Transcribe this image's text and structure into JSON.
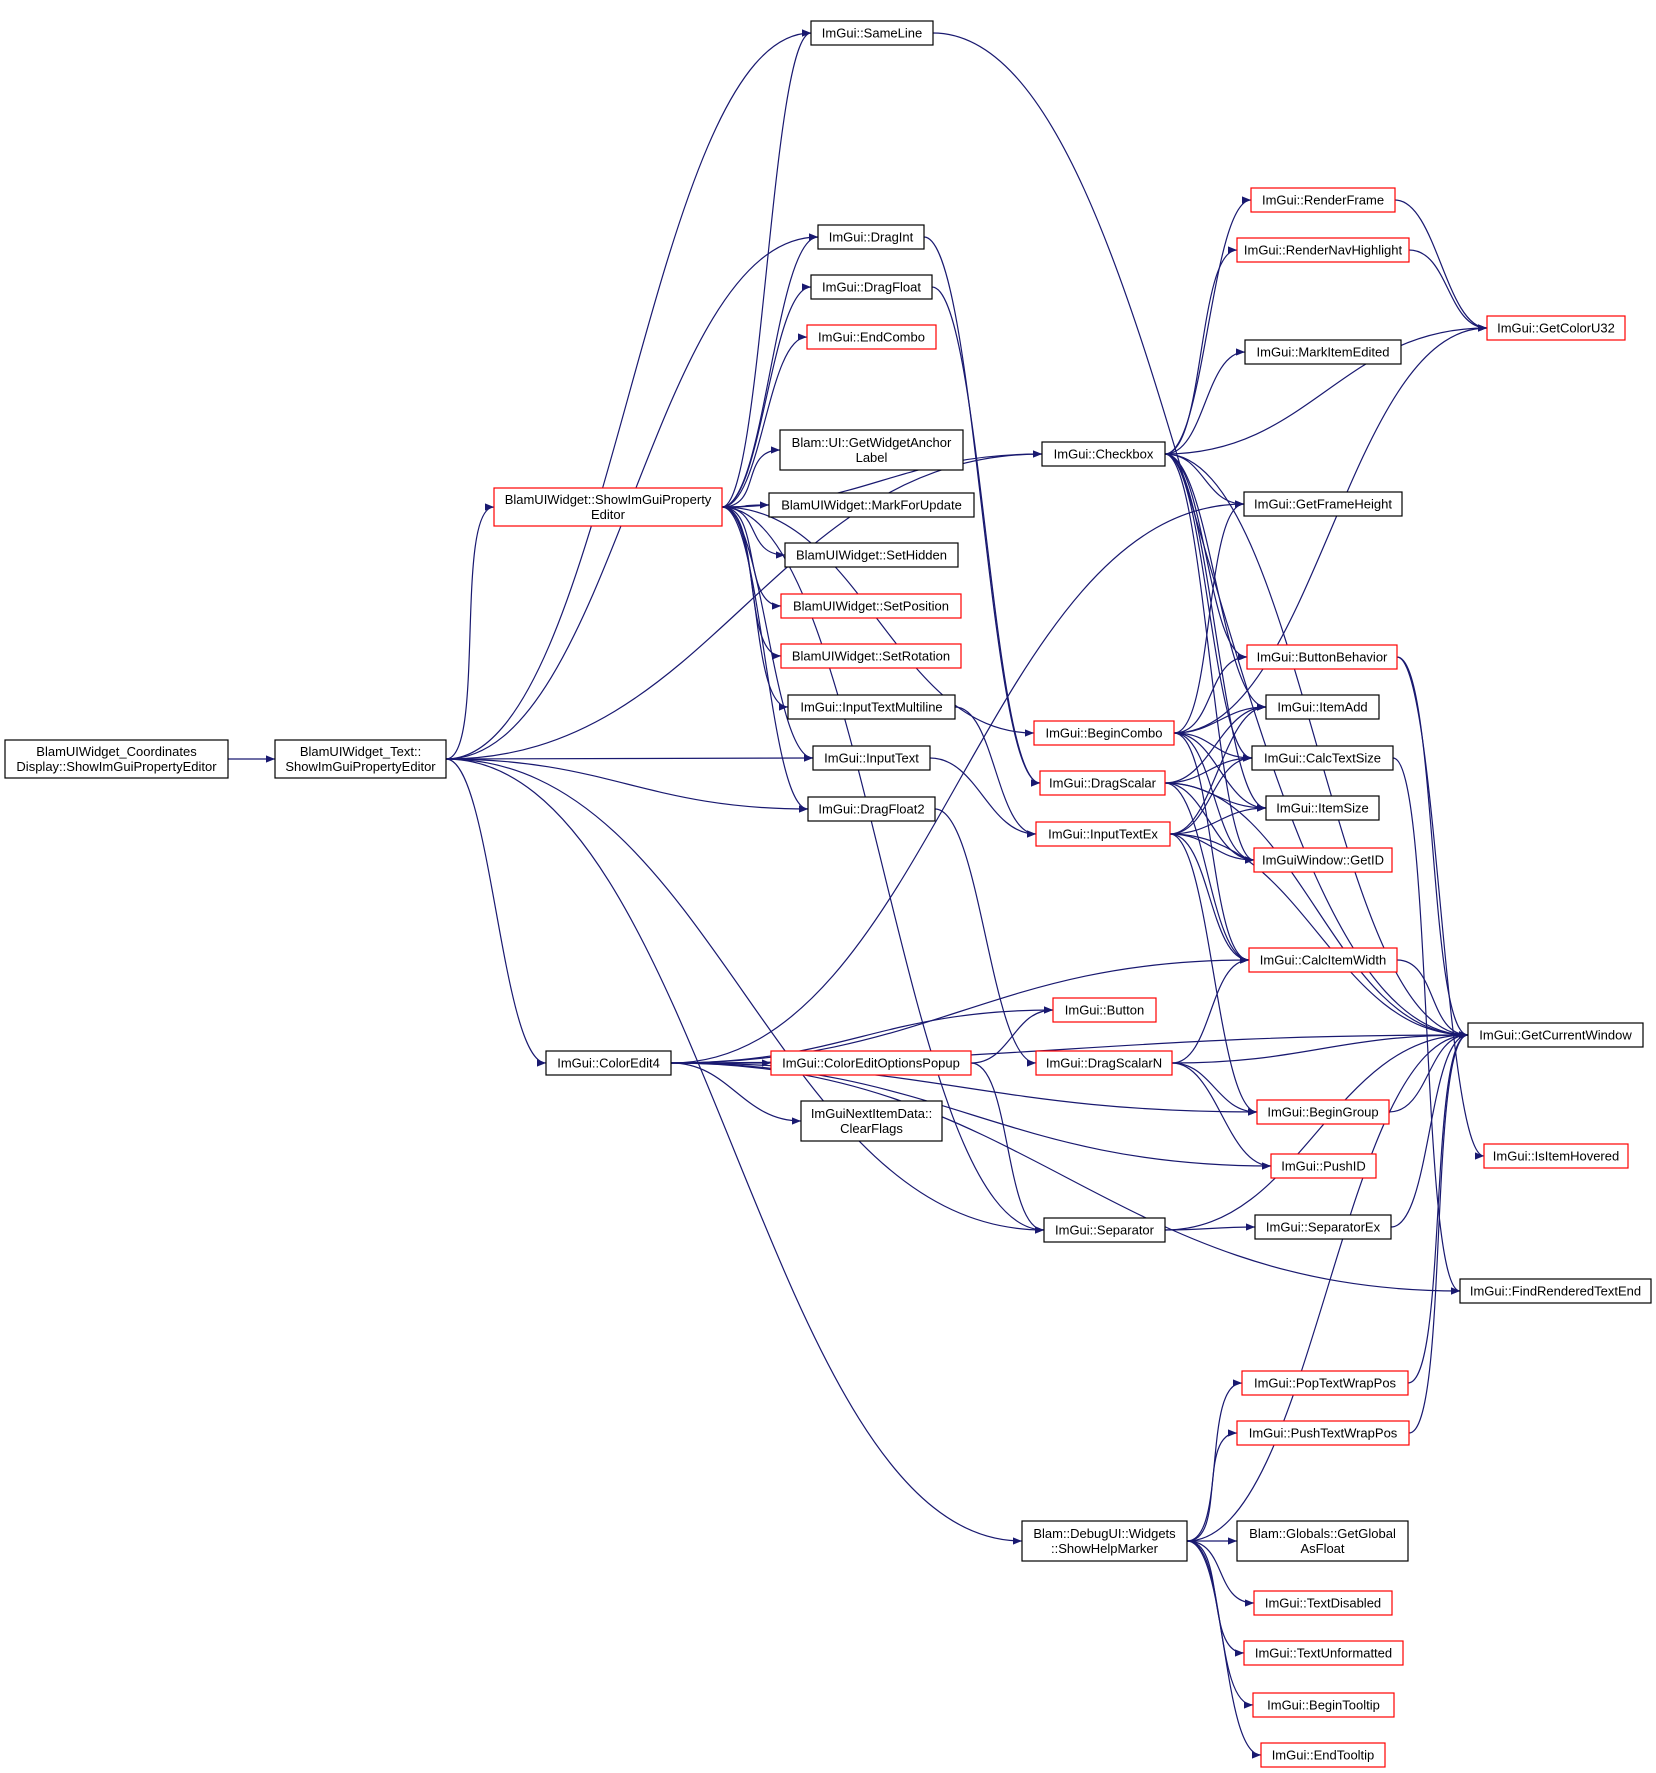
{
  "colors": {
    "edge": "#191970",
    "border_default": "#000000",
    "border_truncated": "#ff0000",
    "root_fill": "#bfbfbf",
    "background": "#ffffff"
  },
  "nodes": [
    {
      "id": "root",
      "lines": [
        "BlamUIWidget_Coordinates",
        "Display::ShowImGuiPropertyEditor"
      ],
      "border": "black",
      "fill": "gray"
    },
    {
      "id": "text_show",
      "lines": [
        "BlamUIWidget_Text::",
        "ShowImGuiPropertyEditor"
      ],
      "border": "black"
    },
    {
      "id": "widget_show",
      "lines": [
        "BlamUIWidget::ShowImGuiProperty",
        "Editor"
      ],
      "border": "red"
    },
    {
      "id": "sameline",
      "lines": [
        "ImGui::SameLine"
      ],
      "border": "black"
    },
    {
      "id": "dragint",
      "lines": [
        "ImGui::DragInt"
      ],
      "border": "black"
    },
    {
      "id": "dragfloat",
      "lines": [
        "ImGui::DragFloat"
      ],
      "border": "black"
    },
    {
      "id": "endcombo",
      "lines": [
        "ImGui::EndCombo"
      ],
      "border": "red"
    },
    {
      "id": "getwidgetanchor",
      "lines": [
        "Blam::UI::GetWidgetAnchor",
        "Label"
      ],
      "border": "black"
    },
    {
      "id": "markforupdate",
      "lines": [
        "BlamUIWidget::MarkForUpdate"
      ],
      "border": "black"
    },
    {
      "id": "sethidden",
      "lines": [
        "BlamUIWidget::SetHidden"
      ],
      "border": "black"
    },
    {
      "id": "setposition",
      "lines": [
        "BlamUIWidget::SetPosition"
      ],
      "border": "red"
    },
    {
      "id": "setrotation",
      "lines": [
        "BlamUIWidget::SetRotation"
      ],
      "border": "red"
    },
    {
      "id": "inputtextmultiline",
      "lines": [
        "ImGui::InputTextMultiline"
      ],
      "border": "black"
    },
    {
      "id": "inputtext",
      "lines": [
        "ImGui::InputText"
      ],
      "border": "black"
    },
    {
      "id": "dragfloat2",
      "lines": [
        "ImGui::DragFloat2"
      ],
      "border": "black"
    },
    {
      "id": "coloredit4",
      "lines": [
        "ImGui::ColorEdit4"
      ],
      "border": "black"
    },
    {
      "id": "coloreditoptions",
      "lines": [
        "ImGui::ColorEditOptionsPopup"
      ],
      "border": "red"
    },
    {
      "id": "clearflags",
      "lines": [
        "ImGuiNextItemData::",
        "ClearFlags"
      ],
      "border": "black"
    },
    {
      "id": "checkbox",
      "lines": [
        "ImGui::Checkbox"
      ],
      "border": "black"
    },
    {
      "id": "begincombo",
      "lines": [
        "ImGui::BeginCombo"
      ],
      "border": "red"
    },
    {
      "id": "dragscalar",
      "lines": [
        "ImGui::DragScalar"
      ],
      "border": "red"
    },
    {
      "id": "inputtextex",
      "lines": [
        "ImGui::InputTextEx"
      ],
      "border": "red"
    },
    {
      "id": "button",
      "lines": [
        "ImGui::Button"
      ],
      "border": "red"
    },
    {
      "id": "dragscalarn",
      "lines": [
        "ImGui::DragScalarN"
      ],
      "border": "red"
    },
    {
      "id": "separator",
      "lines": [
        "ImGui::Separator"
      ],
      "border": "black"
    },
    {
      "id": "showhelpmarker",
      "lines": [
        "Blam::DebugUI::Widgets",
        "::ShowHelpMarker"
      ],
      "border": "black"
    },
    {
      "id": "renderframe",
      "lines": [
        "ImGui::RenderFrame"
      ],
      "border": "red"
    },
    {
      "id": "rendernavhighlight",
      "lines": [
        "ImGui::RenderNavHighlight"
      ],
      "border": "red"
    },
    {
      "id": "markitemedited",
      "lines": [
        "ImGui::MarkItemEdited"
      ],
      "border": "black"
    },
    {
      "id": "getframeheight",
      "lines": [
        "ImGui::GetFrameHeight"
      ],
      "border": "black"
    },
    {
      "id": "buttonbehavior",
      "lines": [
        "ImGui::ButtonBehavior"
      ],
      "border": "red"
    },
    {
      "id": "itemadd",
      "lines": [
        "ImGui::ItemAdd"
      ],
      "border": "black"
    },
    {
      "id": "calctextsize",
      "lines": [
        "ImGui::CalcTextSize"
      ],
      "border": "black"
    },
    {
      "id": "itemsize",
      "lines": [
        "ImGui::ItemSize"
      ],
      "border": "black"
    },
    {
      "id": "windowgetid",
      "lines": [
        "ImGuiWindow::GetID"
      ],
      "border": "red"
    },
    {
      "id": "calcitemwidth",
      "lines": [
        "ImGui::CalcItemWidth"
      ],
      "border": "red"
    },
    {
      "id": "begingroup",
      "lines": [
        "ImGui::BeginGroup"
      ],
      "border": "red"
    },
    {
      "id": "pushid",
      "lines": [
        "ImGui::PushID"
      ],
      "border": "red"
    },
    {
      "id": "separatorex",
      "lines": [
        "ImGui::SeparatorEx"
      ],
      "border": "black"
    },
    {
      "id": "poptextwrappos",
      "lines": [
        "ImGui::PopTextWrapPos"
      ],
      "border": "red"
    },
    {
      "id": "pushtextwrappos",
      "lines": [
        "ImGui::PushTextWrapPos"
      ],
      "border": "red"
    },
    {
      "id": "getglobalasfloat",
      "lines": [
        "Blam::Globals::GetGlobal",
        "AsFloat"
      ],
      "border": "black"
    },
    {
      "id": "textdisabled",
      "lines": [
        "ImGui::TextDisabled"
      ],
      "border": "red"
    },
    {
      "id": "textunformatted",
      "lines": [
        "ImGui::TextUnformatted"
      ],
      "border": "red"
    },
    {
      "id": "begintooltip",
      "lines": [
        "ImGui::BeginTooltip"
      ],
      "border": "red"
    },
    {
      "id": "endtooltip",
      "lines": [
        "ImGui::EndTooltip"
      ],
      "border": "red"
    },
    {
      "id": "getcoloru32",
      "lines": [
        "ImGui::GetColorU32"
      ],
      "border": "red"
    },
    {
      "id": "getcurrentwindow",
      "lines": [
        "ImGui::GetCurrentWindow"
      ],
      "border": "black"
    },
    {
      "id": "isitemhovered",
      "lines": [
        "ImGui::IsItemHovered"
      ],
      "border": "red"
    },
    {
      "id": "findrenderedtextend",
      "lines": [
        "ImGui::FindRenderedTextEnd"
      ],
      "border": "black"
    }
  ],
  "edges": [
    [
      "root",
      "text_show"
    ],
    [
      "text_show",
      "sameline"
    ],
    [
      "text_show",
      "widget_show"
    ],
    [
      "text_show",
      "dragint"
    ],
    [
      "text_show",
      "checkbox"
    ],
    [
      "text_show",
      "inputtext"
    ],
    [
      "text_show",
      "dragfloat2"
    ],
    [
      "text_show",
      "coloredit4"
    ],
    [
      "text_show",
      "separator"
    ],
    [
      "text_show",
      "showhelpmarker"
    ],
    [
      "widget_show",
      "sameline"
    ],
    [
      "widget_show",
      "dragint"
    ],
    [
      "widget_show",
      "dragfloat"
    ],
    [
      "widget_show",
      "endcombo"
    ],
    [
      "widget_show",
      "getwidgetanchor"
    ],
    [
      "widget_show",
      "markforupdate"
    ],
    [
      "widget_show",
      "sethidden"
    ],
    [
      "widget_show",
      "setposition"
    ],
    [
      "widget_show",
      "setrotation"
    ],
    [
      "widget_show",
      "inputtextmultiline"
    ],
    [
      "widget_show",
      "inputtext"
    ],
    [
      "widget_show",
      "dragfloat2"
    ],
    [
      "widget_show",
      "checkbox"
    ],
    [
      "widget_show",
      "begincombo"
    ],
    [
      "widget_show",
      "separator"
    ],
    [
      "dragint",
      "dragscalar"
    ],
    [
      "dragfloat",
      "dragscalar"
    ],
    [
      "inputtextmultiline",
      "inputtextex"
    ],
    [
      "inputtext",
      "inputtextex"
    ],
    [
      "dragfloat2",
      "dragscalarn"
    ],
    [
      "sameline",
      "getcurrentwindow"
    ],
    [
      "coloredit4",
      "coloreditoptions"
    ],
    [
      "coloredit4",
      "clearflags"
    ],
    [
      "coloredit4",
      "button"
    ],
    [
      "coloredit4",
      "getframeheight"
    ],
    [
      "coloredit4",
      "calcitemwidth"
    ],
    [
      "coloredit4",
      "begingroup"
    ],
    [
      "coloredit4",
      "pushid"
    ],
    [
      "coloredit4",
      "getcurrentwindow"
    ],
    [
      "coloredit4",
      "findrenderedtextend"
    ],
    [
      "coloreditoptions",
      "button"
    ],
    [
      "coloreditoptions",
      "separator"
    ],
    [
      "checkbox",
      "renderframe"
    ],
    [
      "checkbox",
      "rendernavhighlight"
    ],
    [
      "checkbox",
      "markitemedited"
    ],
    [
      "checkbox",
      "getcoloru32"
    ],
    [
      "checkbox",
      "getframeheight"
    ],
    [
      "checkbox",
      "buttonbehavior"
    ],
    [
      "checkbox",
      "itemadd"
    ],
    [
      "checkbox",
      "calctextsize"
    ],
    [
      "checkbox",
      "itemsize"
    ],
    [
      "checkbox",
      "windowgetid"
    ],
    [
      "checkbox",
      "getcurrentwindow"
    ],
    [
      "begincombo",
      "buttonbehavior"
    ],
    [
      "begincombo",
      "itemadd"
    ],
    [
      "begincombo",
      "calctextsize"
    ],
    [
      "begincombo",
      "itemsize"
    ],
    [
      "begincombo",
      "windowgetid"
    ],
    [
      "begincombo",
      "calcitemwidth"
    ],
    [
      "begincombo",
      "getframeheight"
    ],
    [
      "begincombo",
      "getcoloru32"
    ],
    [
      "dragscalar",
      "itemadd"
    ],
    [
      "dragscalar",
      "calctextsize"
    ],
    [
      "dragscalar",
      "itemsize"
    ],
    [
      "dragscalar",
      "windowgetid"
    ],
    [
      "dragscalar",
      "calcitemwidth"
    ],
    [
      "dragscalar",
      "getcurrentwindow"
    ],
    [
      "inputtextex",
      "itemadd"
    ],
    [
      "inputtextex",
      "calctextsize"
    ],
    [
      "inputtextex",
      "itemsize"
    ],
    [
      "inputtextex",
      "windowgetid"
    ],
    [
      "inputtextex",
      "calcitemwidth"
    ],
    [
      "inputtextex",
      "begingroup"
    ],
    [
      "inputtextex",
      "getcurrentwindow"
    ],
    [
      "dragscalarn",
      "calcitemwidth"
    ],
    [
      "dragscalarn",
      "begingroup"
    ],
    [
      "dragscalarn",
      "pushid"
    ],
    [
      "dragscalarn",
      "getcurrentwindow"
    ],
    [
      "renderframe",
      "getcoloru32"
    ],
    [
      "rendernavhighlight",
      "getcoloru32"
    ],
    [
      "buttonbehavior",
      "getcurrentwindow"
    ],
    [
      "buttonbehavior",
      "isitemhovered"
    ],
    [
      "calctextsize",
      "findrenderedtextend"
    ],
    [
      "calcitemwidth",
      "getcurrentwindow"
    ],
    [
      "begingroup",
      "getcurrentwindow"
    ],
    [
      "separator",
      "separatorex"
    ],
    [
      "separator",
      "getcurrentwindow"
    ],
    [
      "separatorex",
      "getcurrentwindow"
    ],
    [
      "showhelpmarker",
      "poptextwrappos"
    ],
    [
      "showhelpmarker",
      "pushtextwrappos"
    ],
    [
      "showhelpmarker",
      "getglobalasfloat"
    ],
    [
      "showhelpmarker",
      "textdisabled"
    ],
    [
      "showhelpmarker",
      "textunformatted"
    ],
    [
      "showhelpmarker",
      "begintooltip"
    ],
    [
      "showhelpmarker",
      "endtooltip"
    ],
    [
      "showhelpmarker",
      "getcurrentwindow"
    ],
    [
      "poptextwrappos",
      "getcurrentwindow"
    ],
    [
      "pushtextwrappos",
      "getcurrentwindow"
    ]
  ]
}
